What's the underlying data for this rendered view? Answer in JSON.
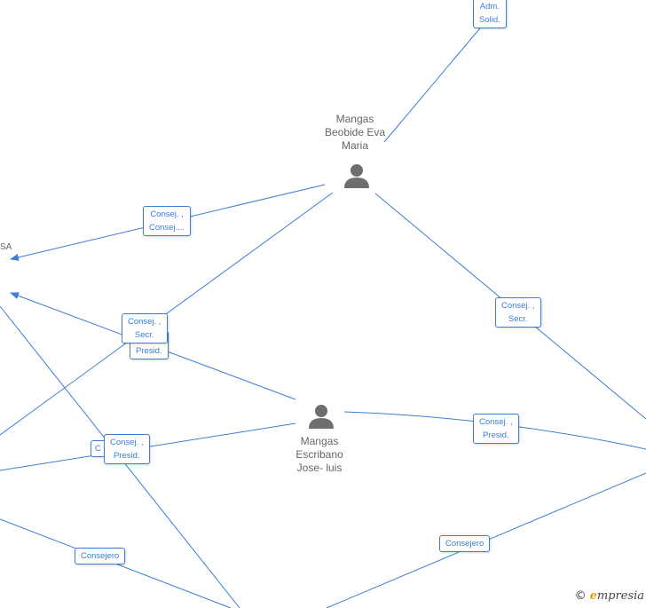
{
  "nodes": {
    "eva": {
      "name_lines": [
        "Mangas",
        "Beobide Eva",
        "Maria"
      ],
      "icon": "person-icon"
    },
    "jose": {
      "name_lines": [
        "Mangas",
        "Escribano",
        "Jose- luis"
      ],
      "icon": "person-icon"
    }
  },
  "truncated_node_text": "SA",
  "edge_labels": [
    {
      "lines": [
        "Adm.",
        "Solid."
      ]
    },
    {
      "lines": [
        "Consej. ,",
        "Consej...."
      ]
    },
    {
      "lines": [
        "Consej. ,",
        "Secr."
      ]
    },
    {
      "lines": [
        "Presid."
      ]
    },
    {
      "lines": [
        "Consej. ,",
        "Secr."
      ]
    },
    {
      "lines": [
        "C"
      ]
    },
    {
      "lines": [
        "Consej. ,",
        "Presid."
      ]
    },
    {
      "lines": [
        "Consej. ,",
        "Presid."
      ]
    },
    {
      "lines": [
        "Consejero"
      ]
    },
    {
      "lines": [
        "Consejero"
      ]
    }
  ],
  "watermark": {
    "copyright_symbol": "©",
    "brand_initial": "e",
    "brand_rest": "mpresia"
  },
  "colors": {
    "edge": "#3b7dd8",
    "label_text": "#3b7dd8",
    "node_text": "#666666",
    "icon": "#6e6e6e"
  }
}
